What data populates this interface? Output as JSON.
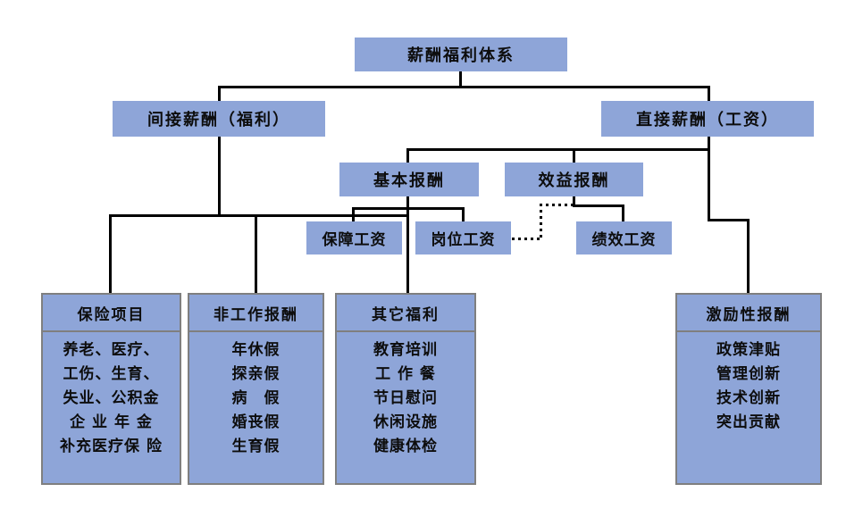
{
  "diagram": {
    "root": {
      "label": "薪酬福利体系"
    },
    "level2": {
      "indirect": {
        "label": "间接薪酬（福利）"
      },
      "direct": {
        "label": "直接薪酬（工资）"
      }
    },
    "level3": {
      "basic": {
        "label": "基本报酬"
      },
      "benefit": {
        "label": "效益报酬"
      }
    },
    "wages": {
      "guarantee": {
        "label": "保障工资"
      },
      "position": {
        "label": "岗位工资"
      },
      "performance": {
        "label": "绩效工资"
      }
    },
    "detail_boxes": [
      {
        "title": "保险项目",
        "items": [
          "养老、医疗、",
          "工伤、生育、",
          "失业、公积金",
          "企 业 年 金",
          "补充医疗保 险"
        ]
      },
      {
        "title": "非工作报酬",
        "items": [
          "年休假",
          "探亲假",
          "病　假",
          "婚丧假",
          "生育假"
        ]
      },
      {
        "title": "其它福利",
        "items": [
          "教育培训",
          "工 作 餐",
          "节日慰问",
          "休闲设施",
          "健康体检"
        ]
      },
      {
        "title": "激励性报酬",
        "items": [
          "政策津贴",
          "管理创新",
          "技术创新",
          "突出贡献"
        ]
      }
    ],
    "colors": {
      "box_fill": "#8ea5d8",
      "detail_border": "#7f7f7f",
      "connector": "#000000",
      "background": "#ffffff",
      "text": "#0d0d0d"
    }
  }
}
